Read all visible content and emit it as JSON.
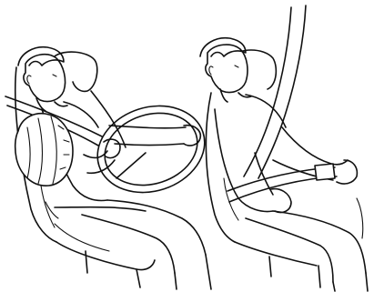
{
  "figure": {
    "background_color": "#ffffff",
    "line_color": "#111111",
    "panels": [
      {
        "id": "driver-with-airbag",
        "elements": [
          "seat",
          "driver",
          "steering-wheel",
          "airbag",
          "seat-belt"
        ]
      },
      {
        "id": "passenger-restrained",
        "elements": [
          "seat",
          "passenger",
          "seat-belt",
          "belt-buckle"
        ]
      }
    ]
  }
}
